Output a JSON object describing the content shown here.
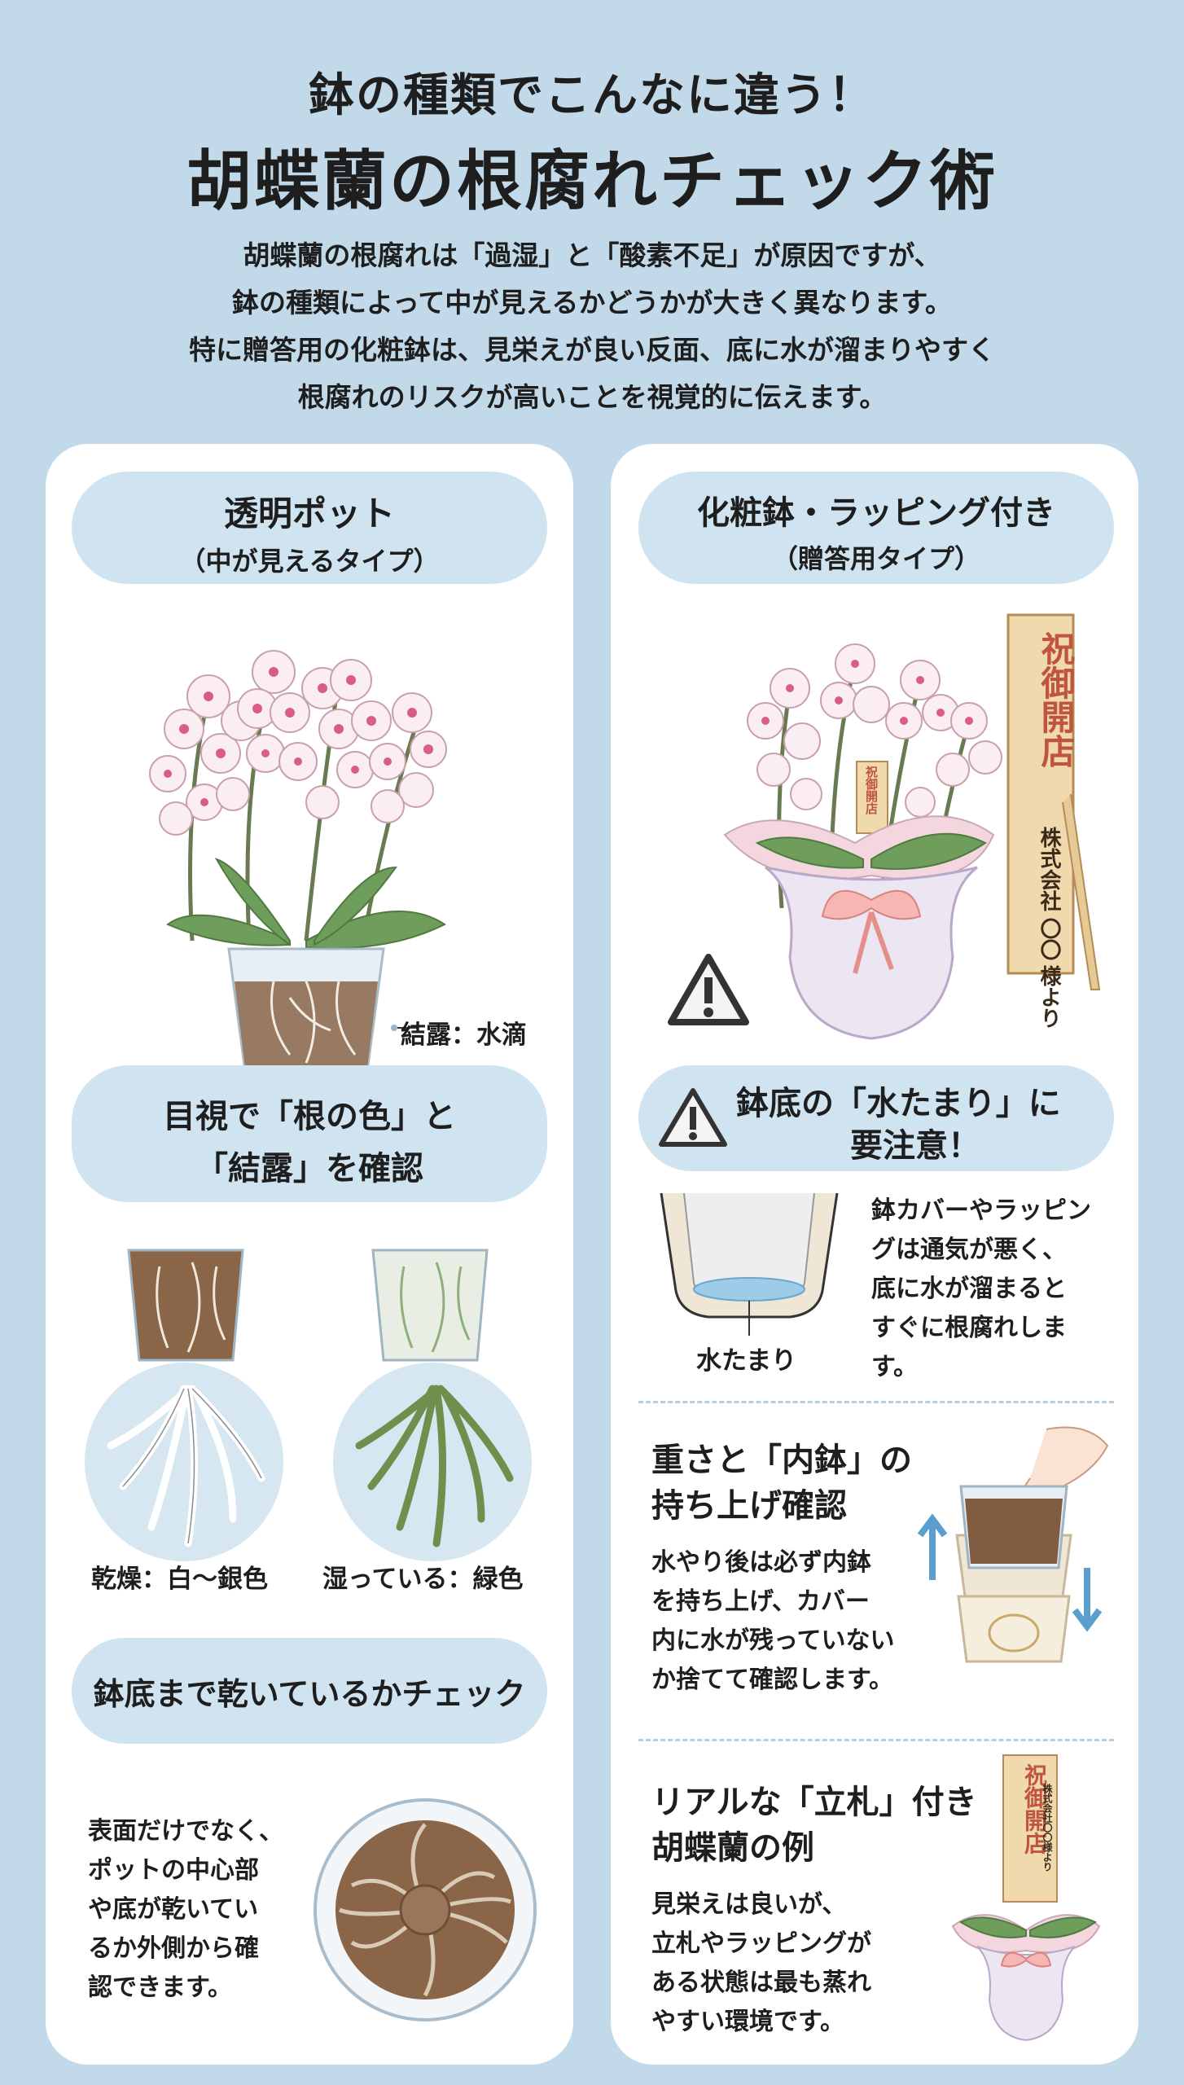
{
  "header": {
    "subtitle": "鉢の種類でこんなに違う！",
    "title": "胡蝶蘭の根腐れチェック術",
    "intro": [
      "胡蝶蘭の根腐れは「過湿」と「酸素不足」が原因ですが、",
      "鉢の種類によって中が見えるかどうかが大きく異なります。",
      "特に贈答用の化粧鉢は、見栄えが良い反面、底に水が溜まりやすく",
      "根腐れのリスクが高いことを視覚的に伝えます。"
    ]
  },
  "left": {
    "pill_title": "透明ポット",
    "pill_sub": "（中が見えるタイプ）",
    "condensation_label": "結露：水滴",
    "check_line1": "目視で「根の色」と",
    "check_line2": "「結露」を確認",
    "dry_label": "乾燥：白～銀色",
    "wet_label": "湿っている：緑色",
    "bottom_pill": "鉢底まで乾いているかチェック",
    "bottom_text": [
      "表面だけでなく、",
      "ポットの中心部",
      "や底が乾いてい",
      "るか外側から確",
      "認できます。"
    ]
  },
  "right": {
    "pill_title": "化粧鉢・ラッピング付き",
    "pill_sub": "（贈答用タイプ）",
    "tag_main": "祝御開店",
    "tag_company": "株式会社",
    "tag_circles": "〇〇",
    "tag_sama": "様より",
    "small_tag": "祝御開店",
    "warn_line1": "鉢底の「水たまり」に",
    "warn_line2": "要注意！",
    "puddle_label": "水たまり",
    "puddle_text": [
      "鉢カバーやラッピン",
      "グは通気が悪く、",
      "底に水が溜まると",
      "すぐに根腐れしま",
      "す。"
    ],
    "lift_title": [
      "重さと「内鉢」の",
      "持ち上げ確認"
    ],
    "lift_text": [
      "水やり後は必ず内鉢",
      "を持ち上げ、カバー",
      "内に水が残っていない",
      "か捨てて確認します。"
    ],
    "real_title": [
      "リアルな「立札」付き",
      "胡蝶蘭の例"
    ],
    "real_text": [
      "見栄えは良いが、",
      "立札やラッピングが",
      "ある状態は最も蒸れ",
      "やすい環境です。"
    ],
    "real_tag_main": "祝御開店",
    "real_tag_sub": "株式会社〇〇様より"
  },
  "colors": {
    "background": "#c2d9ea",
    "panel": "#ffffff",
    "pill": "#cfe3f0",
    "warning": "#333333",
    "arrow": "#5a9ed0"
  }
}
